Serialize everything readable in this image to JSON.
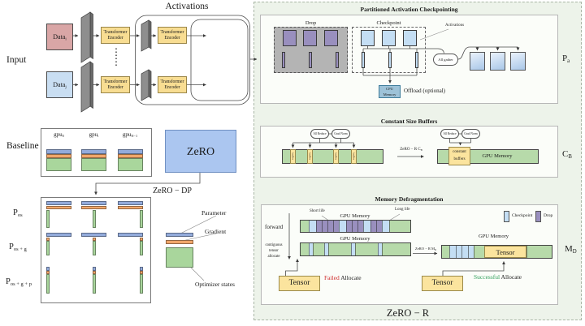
{
  "left": {
    "activations_title": "Activations",
    "input_label": "Input",
    "data_i": {
      "base": "Data",
      "sub": "i"
    },
    "data_j": {
      "base": "Data",
      "sub": "j"
    },
    "encoder": {
      "line1": "Transformer",
      "line2": "Encoder"
    },
    "dots": "⋮",
    "baseline": {
      "label": "Baseline",
      "gpus": [
        {
          "base": "gpu",
          "sub": "0"
        },
        {
          "base": "gpu",
          "sub": "i"
        },
        {
          "base": "gpu",
          "sub": "N−1"
        }
      ]
    },
    "zero_label": "ZeRO",
    "zero_dp_label": "ZeRO − DP",
    "partitions": [
      {
        "base": "P",
        "sub": "os"
      },
      {
        "base": "P",
        "sub": "os + g"
      },
      {
        "base": "P",
        "sub": "os + g + p"
      }
    ],
    "legend": {
      "parameter": "Parameter",
      "gradient": "Gradient",
      "optimizer": "Optimizer states"
    }
  },
  "right": {
    "p1": {
      "title": "Partitioned Activation Checkpointing",
      "drop_label": "Drop",
      "checkpoint_label": "Checkpoint",
      "activations_label": "Activations",
      "all_gather": "All gather",
      "cpu": {
        "line1": "CPU",
        "line2": "Memory"
      },
      "offload": "Offload (optional)",
      "side": {
        "base": "P",
        "sub": "a"
      }
    },
    "p2": {
      "title": "Constant Size Buffers",
      "all_reduce": "All Reduce",
      "grad_norm": "Grad Norm",
      "strip_label": "buffer",
      "arrow": {
        "base": "ZeRO − R C",
        "sub": "B"
      },
      "constant": {
        "line1": "constant",
        "line2": "buffers"
      },
      "gpu_memory": "GPU Memory",
      "side": {
        "base": "C",
        "sub": "B"
      }
    },
    "p3": {
      "title": "Memory Defragmentation",
      "legend": {
        "checkpoint": "Checkpoint",
        "drop": "Drop"
      },
      "forward": "forward",
      "contiguous": {
        "line1": "contiguous",
        "line2": "tensor",
        "line3": "allocate"
      },
      "short_life": "Short life",
      "long_life": "Long life",
      "gpu_memory_top": "GPU Memory",
      "gpu_memory_mid": "GPU Memory",
      "gpu_memory_right": "GPU Memory",
      "arrow": {
        "base": "ZeRO − R M",
        "sub": "D"
      },
      "tensor_left": "Tensor",
      "tensor_right": "Tensor",
      "tensor_inbar": "Tensor",
      "failed": "Failed",
      "allocate_failed": " Allocate",
      "successful": "Successful",
      "allocate_success": " Allocate",
      "side": {
        "base": "M",
        "sub": "D"
      }
    },
    "zero_r_label": "ZeRO − R"
  },
  "colors": {
    "green": "#b7daaa",
    "blue": "#c4def4",
    "purple": "#998fbe",
    "tensor": "#fbe49e"
  },
  "bars": {
    "top": {
      "segments": [
        [
          "g",
          10
        ],
        [
          "b",
          9
        ],
        [
          "p",
          7
        ],
        [
          "p",
          7
        ],
        [
          "p",
          7
        ],
        [
          "p",
          7
        ],
        [
          "b",
          9
        ],
        [
          "p",
          7
        ],
        [
          "p",
          7
        ],
        [
          "p",
          7
        ],
        [
          "b",
          9
        ],
        [
          "p",
          7
        ],
        [
          "p",
          7
        ],
        [
          "b",
          9
        ],
        [
          "g",
          28
        ]
      ]
    },
    "mid": {
      "segments": [
        [
          "g",
          10
        ],
        [
          "b",
          5
        ],
        [
          "g",
          14
        ],
        [
          "b",
          5
        ],
        [
          "g",
          28
        ],
        [
          "b",
          5
        ],
        [
          "g",
          28
        ],
        [
          "b",
          5
        ],
        [
          "g",
          37
        ]
      ]
    },
    "right": {
      "segments": [
        [
          "g",
          9
        ],
        [
          "b",
          7.5
        ],
        [
          "b",
          7.5
        ],
        [
          "b",
          7.5
        ],
        [
          "b",
          7.5
        ],
        [
          "g",
          13
        ],
        [
          "t",
          52
        ],
        [
          "g",
          33
        ]
      ]
    }
  }
}
